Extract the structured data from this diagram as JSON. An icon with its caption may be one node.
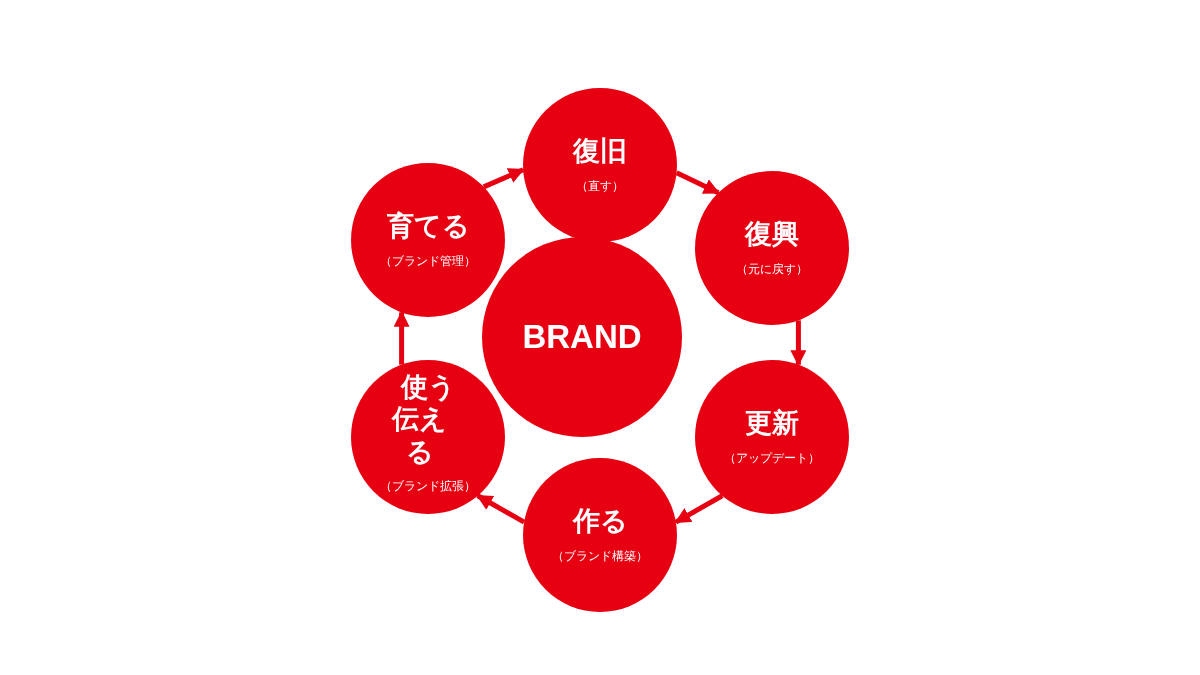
{
  "diagram": {
    "nodes": [
      {
        "text": [
          "BRAND"
        ]
      },
      {
        "text": [
          "復旧",
          "（直す）"
        ]
      },
      {
        "text": [
          "復興",
          "（元に戻す）"
        ]
      },
      {
        "text": [
          "更新",
          "（アップデート）"
        ]
      },
      {
        "text": [
          "作る",
          "（ブランド構築）"
        ]
      },
      {
        "text": [
          "使う伝える",
          "（ブランド拡張）"
        ]
      },
      {
        "text": [
          "育てる",
          "（ブランド管理）"
        ]
      }
    ],
    "edges": [
      {
        "from": 1,
        "to": 2,
        "arrow": "to"
      },
      {
        "from": 2,
        "to": 3,
        "arrow": "to"
      },
      {
        "from": 3,
        "to": 4,
        "arrow": "to"
      },
      {
        "from": 4,
        "to": 5,
        "arrow": "to"
      },
      {
        "from": 5,
        "to": 6,
        "arrow": "to"
      },
      {
        "from": 6,
        "to": 1,
        "arrow": "to"
      }
    ]
  }
}
